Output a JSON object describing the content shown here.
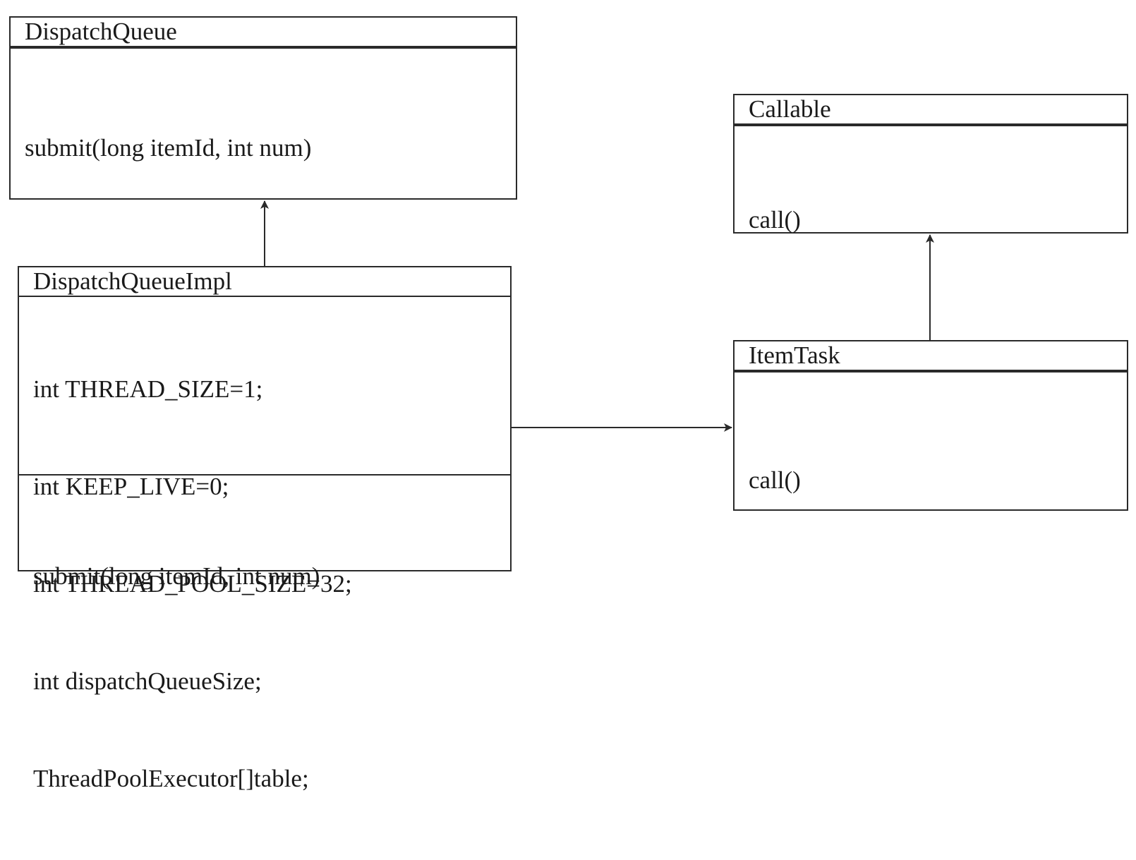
{
  "classes": {
    "dispatch_queue": {
      "name": "DispatchQueue",
      "attributes": [],
      "methods": [
        "submit(long itemId, int num)"
      ]
    },
    "dispatch_queue_impl": {
      "name": "DispatchQueueImpl",
      "attributes": [
        "int THREAD_SIZE=1;",
        "int KEEP_LIVE=0;",
        "int THREAD_POOL_SIZE=32;",
        "int dispatchQueueSize;",
        "ThreadPoolExecutor[]table;"
      ],
      "methods": [
        "submit(long itemId, int num)"
      ]
    },
    "callable": {
      "name": "Callable",
      "attributes": [],
      "methods": [
        "call()"
      ]
    },
    "item_task": {
      "name": "ItemTask",
      "attributes": [],
      "methods": [
        "call()"
      ]
    }
  },
  "relations": [
    {
      "from": "DispatchQueueImpl",
      "to": "DispatchQueue",
      "type": "arrow"
    },
    {
      "from": "ItemTask",
      "to": "Callable",
      "type": "arrow"
    },
    {
      "from": "DispatchQueueImpl",
      "to": "ItemTask",
      "type": "arrow"
    }
  ],
  "colors": {
    "stroke": "#2a2a2a",
    "text": "#1a1a1a",
    "background": "#ffffff"
  }
}
